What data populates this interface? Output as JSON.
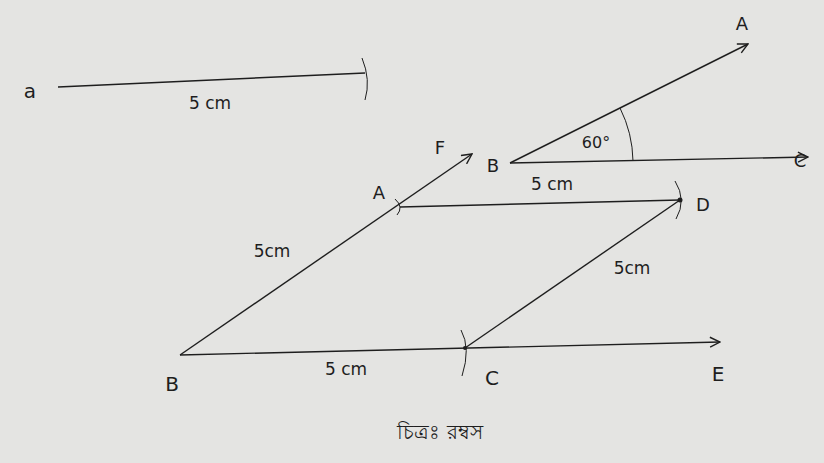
{
  "diagram": {
    "caption": "চিত্রঃ রম্বস",
    "labels": [
      "A",
      "a",
      "5 cm",
      "F",
      "B",
      "60°",
      "C",
      "A",
      "5 cm",
      "D",
      "5cm",
      "5cm",
      "B",
      "5 cm",
      "C",
      "E"
    ]
  }
}
